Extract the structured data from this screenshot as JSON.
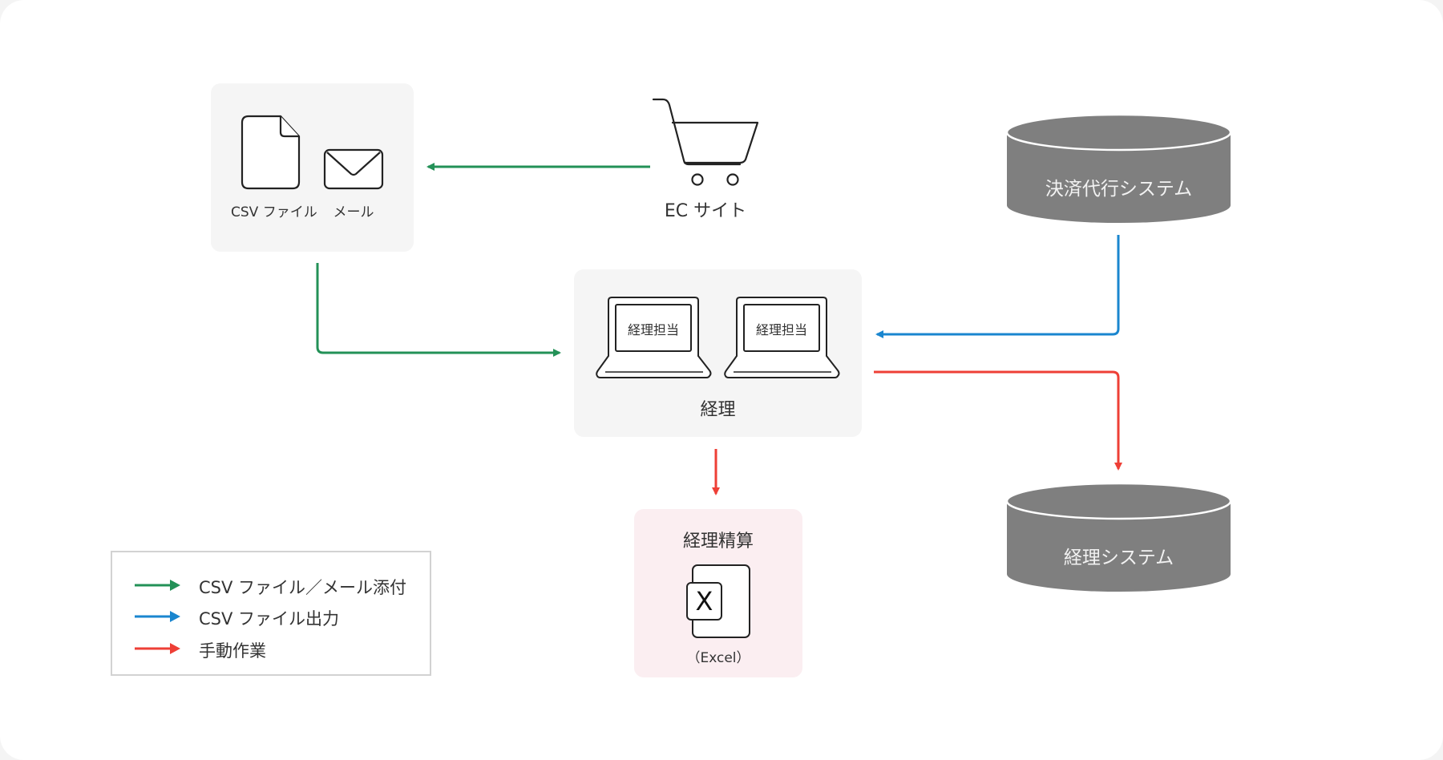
{
  "colors": {
    "green": "#239157",
    "blue": "#1a86cf",
    "red": "#ee3f36",
    "panel_gray": "#f5f5f5",
    "panel_pink": "#fbeef1",
    "cylinder": "#7f7f7f"
  },
  "nodes": {
    "documents": {
      "csv_label": "CSV ファイル",
      "mail_label": "メール",
      "icons": [
        "file-icon",
        "envelope-icon"
      ]
    },
    "ec_site": {
      "label": "EC サイト",
      "icon": "shopping-cart-icon"
    },
    "payment_system": {
      "label": "決済代行システム",
      "icon": "database-cylinder"
    },
    "accounting": {
      "label": "経理",
      "laptops": [
        {
          "screen_label": "経理担当",
          "icon": "laptop-icon"
        },
        {
          "screen_label": "経理担当",
          "icon": "laptop-icon"
        }
      ]
    },
    "accounting_system": {
      "label": "経理システム",
      "icon": "database-cylinder"
    },
    "settlement": {
      "title": "経理精算",
      "icon_letter": "X",
      "caption": "（Excel）",
      "icon": "excel-icon"
    }
  },
  "edges": [
    {
      "from": "ec_site",
      "to": "documents",
      "type": "csv_mail"
    },
    {
      "from": "documents",
      "to": "accounting",
      "type": "csv_mail"
    },
    {
      "from": "payment_system",
      "to": "accounting",
      "type": "csv_output"
    },
    {
      "from": "accounting",
      "to": "accounting_system",
      "type": "manual"
    },
    {
      "from": "accounting",
      "to": "settlement",
      "type": "manual"
    }
  ],
  "legend": {
    "items": [
      {
        "key": "csv_mail",
        "label": "CSV ファイル／メール添付",
        "color": "#239157"
      },
      {
        "key": "csv_output",
        "label": "CSV ファイル出力",
        "color": "#1a86cf"
      },
      {
        "key": "manual",
        "label": "手動作業",
        "color": "#ee3f36"
      }
    ]
  }
}
